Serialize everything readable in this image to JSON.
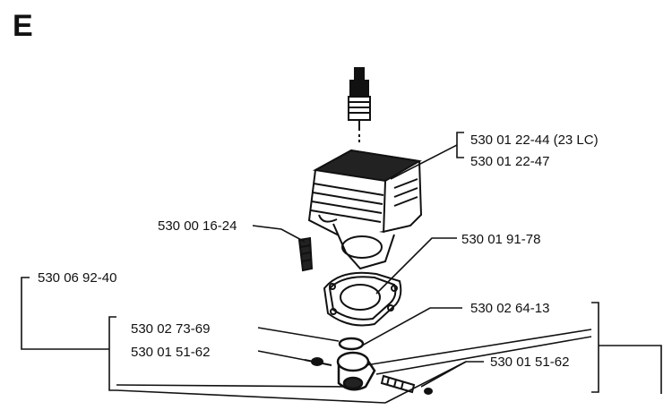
{
  "section_letter": "E",
  "parts": {
    "cylinder_23lc": "530 01 22-44 (23 LC)",
    "cylinder": "530 01 22-47",
    "bolt": "530 00 16-24",
    "cylinder_gasket": "530 01 91-78",
    "piston_kit": "530 06 92-40",
    "snap_ring": "530 02 73-69",
    "needle_bearing": "530 02 64-13",
    "piston_pin_left": "530 01 51-62",
    "piston_pin_right": "530 01 51-62"
  },
  "colors": {
    "ink": "#111111",
    "background": "#ffffff"
  }
}
